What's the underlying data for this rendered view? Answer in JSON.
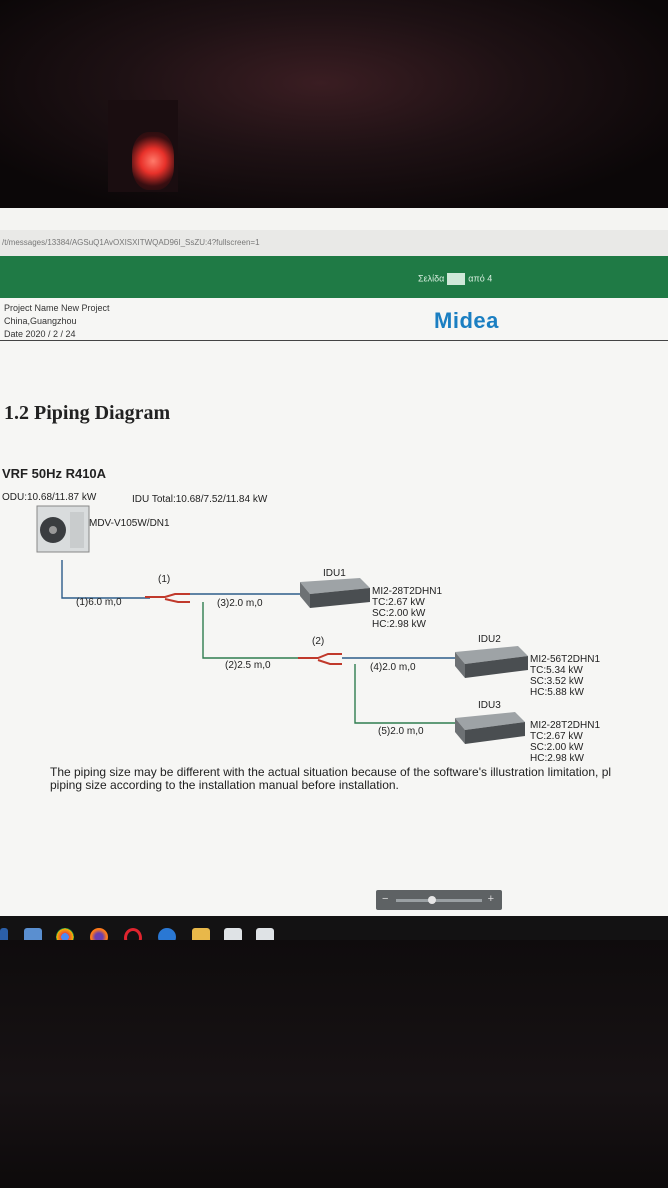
{
  "browser": {
    "url": "/t/messages/13384/AGSuQ1AvOXISXITWQAD96I_SsZU:4?fullscreen=1"
  },
  "viewer": {
    "page_label": "Σελίδα",
    "page_of": "από 4",
    "zoom_minus": "−",
    "zoom_plus": "+"
  },
  "document": {
    "project_name": "Project Name  New Project",
    "location": "China,Guangzhou",
    "date": "Date 2020 / 2 / 24",
    "logo": "Midea",
    "section_title": "1.2 Piping Diagram",
    "system": "VRF 50Hz R410A",
    "odu_total": "ODU:10.68/11.87  kW",
    "idu_total": "IDU Total:10.68/7.52/11.84 kW",
    "odu_model": "MDV-V105W/DN1",
    "branch1": "(1)",
    "branch2": "(2)",
    "pipe1": "(1)6.0 m,0",
    "pipe2": "(2)2.5 m,0",
    "pipe3": "(3)2.0 m,0",
    "pipe4": "(4)2.0 m,0",
    "pipe5": "(5)2.0 m,0",
    "idus": [
      {
        "name": "IDU1",
        "model": "MI2-28T2DHN1",
        "tc": "TC:2.67 kW",
        "sc": "SC:2.00 kW",
        "hc": "HC:2.98 kW"
      },
      {
        "name": "IDU2",
        "model": "MI2-56T2DHN1",
        "tc": "TC:5.34 kW",
        "sc": "SC:3.52 kW",
        "hc": "HC:5.88 kW"
      },
      {
        "name": "IDU3",
        "model": "MI2-28T2DHN1",
        "tc": "TC:2.67 kW",
        "sc": "SC:2.00 kW",
        "hc": "HC:2.98 kW"
      }
    ],
    "note_line1": "The piping size may be different with the actual situation because of the software's illustration limitation, pl",
    "note_line2": "piping size according to the installation manual before installation."
  },
  "colors": {
    "accent_green": "#1f7a45",
    "logo_blue": "#1b7fc2",
    "pipe_blue": "#2d5d8a",
    "pipe_green": "#2f7d4f",
    "branch_red": "#c0392b"
  },
  "taskbar_icons": [
    "start-icon",
    "chrome-icon",
    "firefox-icon",
    "opera-icon",
    "edge-icon",
    "files-icon",
    "word-icon",
    "excel-icon"
  ]
}
